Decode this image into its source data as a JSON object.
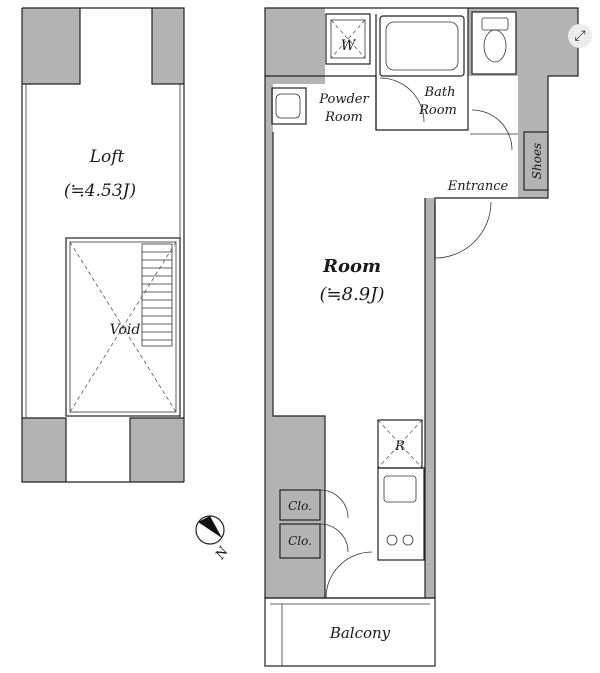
{
  "floorplan": {
    "loft": {
      "name": "Loft",
      "area": "(≒4.53J)"
    },
    "void": "Void",
    "room": {
      "name": "Room",
      "area": "(≒8.9J)"
    },
    "washer": "W",
    "powder_room": [
      "Powder",
      "Room"
    ],
    "bath_room": [
      "Bath",
      "Room"
    ],
    "entrance": "Entrance",
    "shoes": "Shoes",
    "refrigerator": "R",
    "closets": [
      "Clo.",
      "Clo."
    ],
    "balcony": "Balcony",
    "north": "N"
  },
  "controls": {
    "expand_icon": "expand-icon"
  },
  "colors": {
    "wall": "#b3b3b3",
    "line": "#222222",
    "background": "#ffffff"
  }
}
